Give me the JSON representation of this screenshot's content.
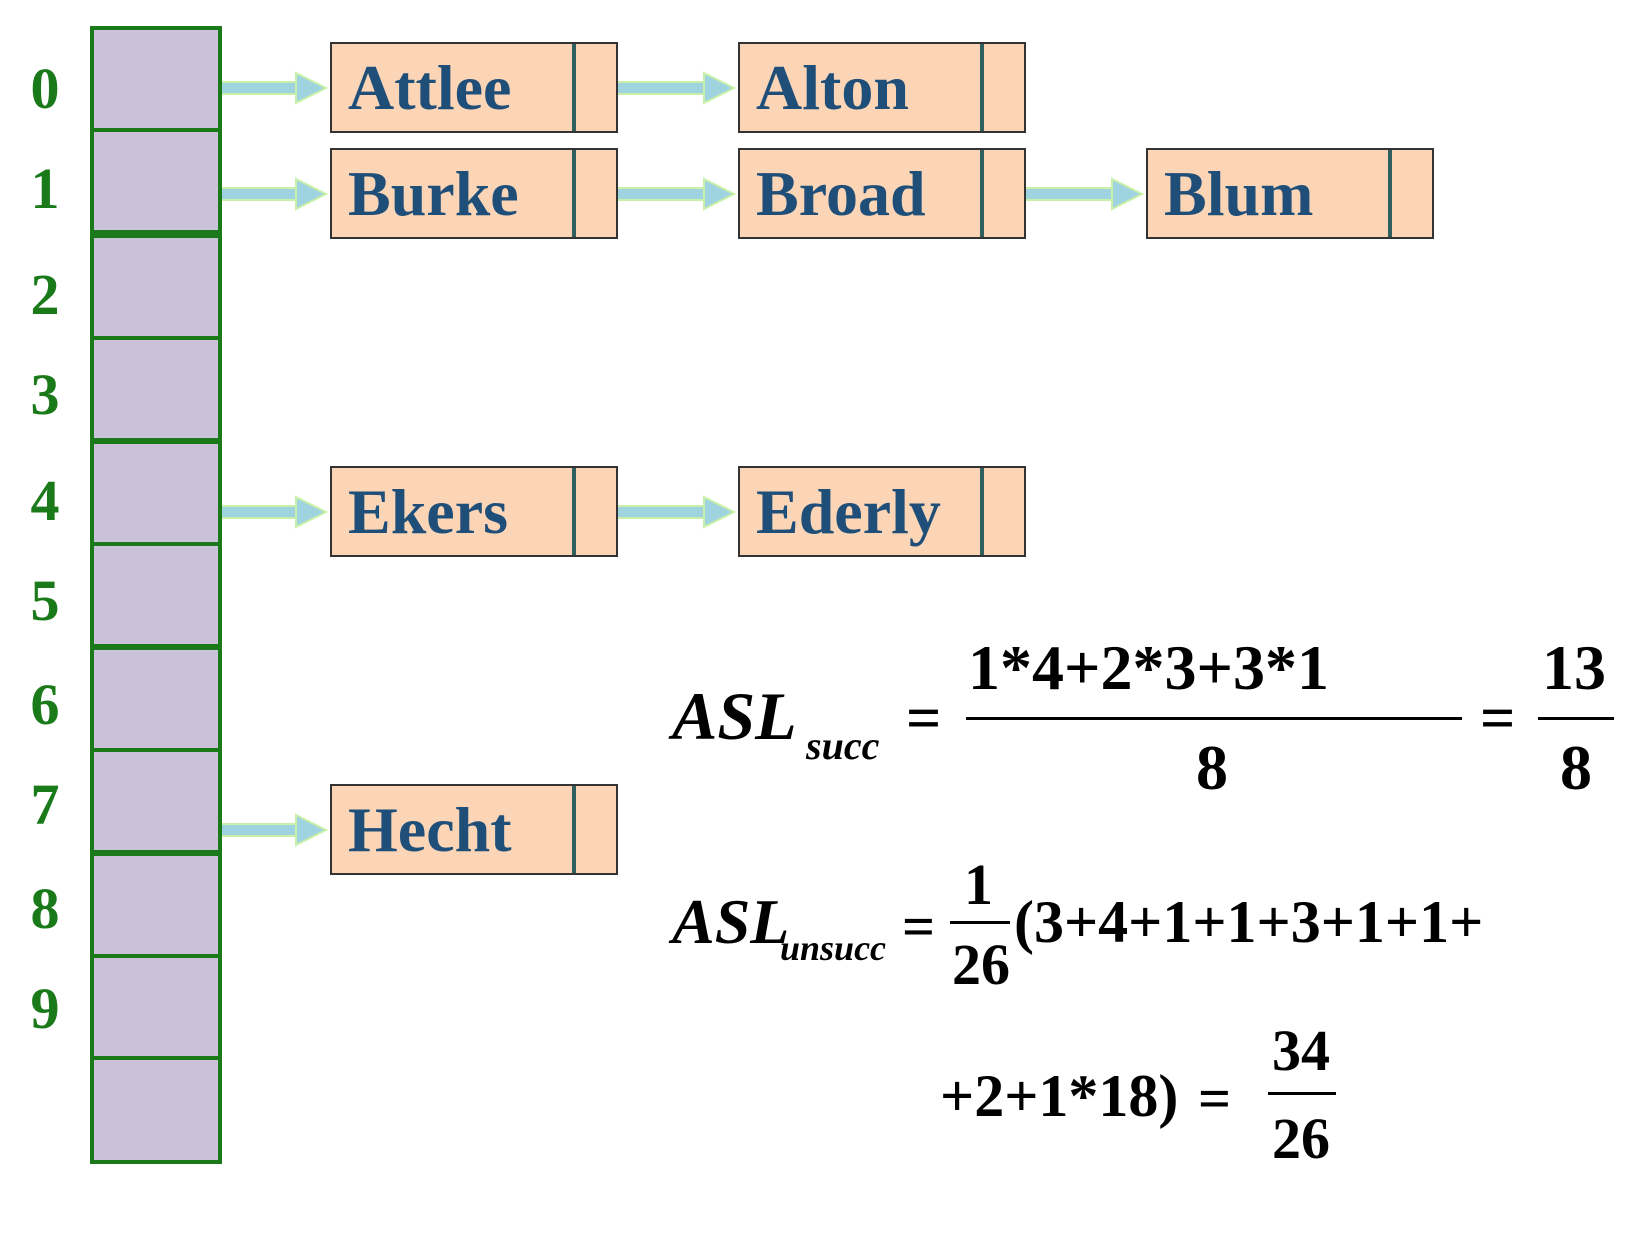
{
  "hash_table": {
    "indices": [
      "0",
      "1",
      "2",
      "3",
      "4",
      "5",
      "6",
      "7",
      "8",
      "9"
    ],
    "chains": [
      {
        "bucket": "0",
        "keys": [
          "Attlee",
          "Alton"
        ]
      },
      {
        "bucket": "1",
        "keys": [
          "Burke",
          "Broad",
          "Blum"
        ]
      },
      {
        "bucket": "4",
        "keys": [
          "Ekers",
          "Ederly"
        ]
      },
      {
        "bucket": "7",
        "keys": [
          "Hecht"
        ]
      }
    ]
  },
  "formulas": {
    "succ": {
      "lhs": "ASL",
      "sub": "succ",
      "eq1": "=",
      "num": "1*4+2*3+3*1",
      "den": "8",
      "eq2": "=",
      "res_num": "13",
      "res_den": "8"
    },
    "unsucc": {
      "lhs": "ASL",
      "sub": "unsucc",
      "eq1": "=",
      "frac_num": "1",
      "frac_den": "26",
      "line1": "(3+4+1+1+3+1+1+",
      "line2": "+2+1*18)",
      "eq2": "=",
      "res_num": "34",
      "res_den": "26"
    }
  },
  "colors": {
    "bucket_fill": "#cbc2da",
    "bucket_border": "#1a7a1a",
    "index_text": "#1a7a1a",
    "node_fill": "#fbd5b5",
    "node_text": "#1f4e79",
    "arrow": "#9fd3e0"
  }
}
